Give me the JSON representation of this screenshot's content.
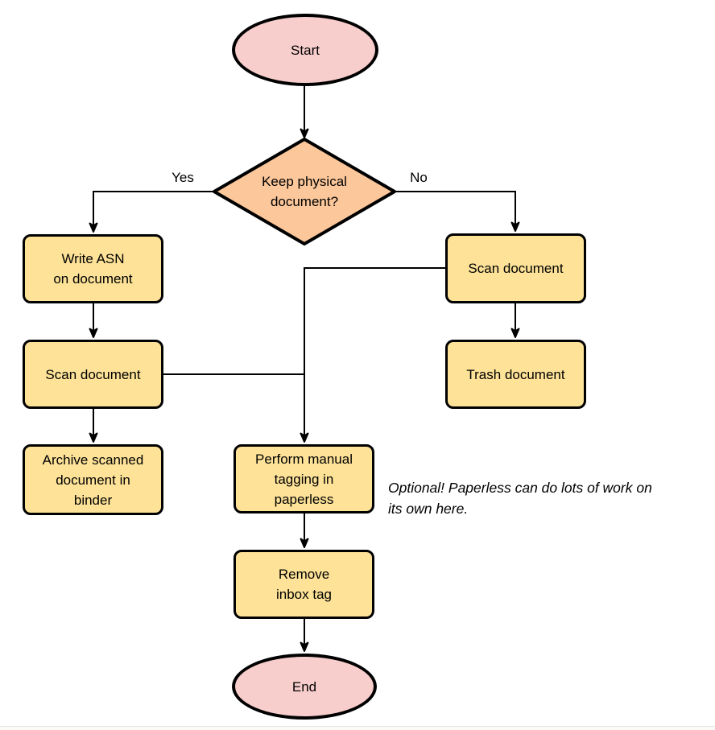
{
  "colors": {
    "terminal-fill": "#F8CECC",
    "decision-fill": "#FCC79A",
    "process-fill": "#FDE298",
    "stroke": "#000000"
  },
  "nodes": {
    "start": {
      "label": "Start"
    },
    "decision": {
      "label": "Keep physical\ndocument?"
    },
    "write_asn": {
      "label": "Write ASN\non document"
    },
    "scan_yes": {
      "label": "Scan document"
    },
    "archive": {
      "label": "Archive scanned\ndocument in\nbinder"
    },
    "scan_no": {
      "label": "Scan document"
    },
    "trash": {
      "label": "Trash document"
    },
    "tagging": {
      "label": "Perform manual\ntagging in\npaperless"
    },
    "remove_inbox": {
      "label": "Remove\ninbox tag"
    },
    "end": {
      "label": "End"
    }
  },
  "edge_labels": {
    "yes": "Yes",
    "no": "No"
  },
  "note": {
    "text": "Optional! Paperless can do lots of work on\nits own here."
  }
}
